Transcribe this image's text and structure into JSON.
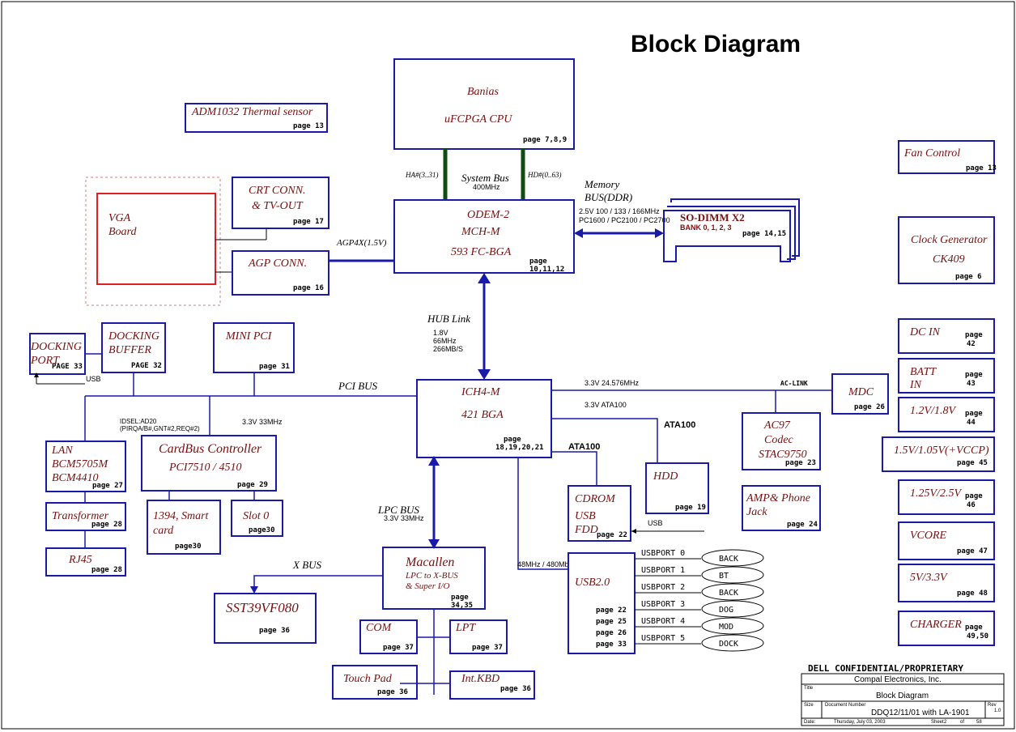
{
  "title": "Block Diagram",
  "blocks": {
    "cpu": {
      "line1": "Banias",
      "line2": "uFCPGA CPU",
      "page": "page 7,8,9"
    },
    "thermal": {
      "label": "ADM1032 Thermal sensor",
      "page": "page 13"
    },
    "fan": {
      "label": "Fan Control",
      "page": "page 13"
    },
    "vga": {
      "line1": "VGA",
      "line2": "Board"
    },
    "crt": {
      "line1": "CRT CONN.",
      "line2": "& TV-OUT",
      "page": "page 17"
    },
    "agp": {
      "label": "AGP CONN.",
      "page": "page 16"
    },
    "mch": {
      "line1": "ODEM-2",
      "line2": "MCH-M",
      "line3": "593  FC-BGA",
      "page1": "page",
      "page2": "10,11,12"
    },
    "sodimm": {
      "line1": "SO-DIMM X2",
      "line2": "BANK 0, 1, 2, 3",
      "page": "page 14,15"
    },
    "clock": {
      "line1": "Clock Generator",
      "line2": "CK409",
      "page": "page 6"
    },
    "docking_port": {
      "line1": "DOCKING",
      "line2": "PORT",
      "page": "PAGE 33"
    },
    "docking_buffer": {
      "line1": "DOCKING",
      "line2": "BUFFER",
      "page": "PAGE 32"
    },
    "minipci": {
      "label": "MINI PCI",
      "page": "page 31"
    },
    "ich": {
      "line1": "ICH4-M",
      "line2": "421 BGA",
      "page1": "page",
      "page2": "18,19,20,21"
    },
    "mdc": {
      "label": "MDC",
      "page": "page 26"
    },
    "ac97": {
      "line1": "AC97",
      "line2": "Codec",
      "line3": "STAC9750",
      "page": "page 23"
    },
    "amp": {
      "line1": "AMP& Phone",
      "line2": "Jack",
      "page": "page 24"
    },
    "lan": {
      "line1": "LAN",
      "line2": "BCM5705M",
      "line3": "BCM4410",
      "page": "page 27"
    },
    "cardbus": {
      "line1": "CardBus Controller",
      "line2": "PCI7510 / 4510",
      "page": "page 29"
    },
    "transformer": {
      "label": "Transformer",
      "page": "page 28"
    },
    "rj45": {
      "label": "RJ45",
      "page": "page 28"
    },
    "c1394": {
      "line1": "1394, Smart",
      "line2": "card",
      "page": "page30"
    },
    "slot0": {
      "label": "Slot 0",
      "page": "page30"
    },
    "hdd": {
      "label": "HDD",
      "page": "page 19"
    },
    "cdrom": {
      "line1": "CDROM",
      "line2": "USB",
      "line3": "FDD",
      "page": "page 22"
    },
    "macallen": {
      "line1": "Macallen",
      "line2": "LPC to X-BUS",
      "line3": "& Super I/O",
      "page1": "page",
      "page2": "34,35"
    },
    "sst": {
      "label": "SST39VF080",
      "page": "page 36"
    },
    "com": {
      "label": "COM",
      "page": "page 37"
    },
    "lpt": {
      "label": "LPT",
      "page": "page 37"
    },
    "touchpad": {
      "label": "Touch Pad",
      "page": "page 36"
    },
    "kbd": {
      "label": "Int.KBD",
      "page": "page 36"
    },
    "usb2": {
      "label": "USB2.0",
      "pages": [
        "page 22",
        "page 25",
        "page 26",
        "page 33"
      ]
    }
  },
  "power": [
    {
      "label": "DC IN",
      "page1": "page",
      "page2": "42"
    },
    {
      "label": "BATT",
      "label2": "IN",
      "page1": "page",
      "page2": "43"
    },
    {
      "label": "1.2V/1.8V",
      "page1": "page",
      "page2": "44"
    },
    {
      "label": "1.5V/1.05V(+VCCP)",
      "page1": "page 45"
    },
    {
      "label": "1.25V/2.5V",
      "page1": "page",
      "page2": "46"
    },
    {
      "label": "VCORE",
      "page1": "page 47"
    },
    {
      "label": "5V/3.3V",
      "page1": "page 48"
    },
    {
      "label": "CHARGER",
      "page1": "page",
      "page2": "49,50"
    }
  ],
  "usb_ports": [
    {
      "port": "USBPORT  0",
      "dest": "BACK"
    },
    {
      "port": "USBPORT  1",
      "dest": "BT"
    },
    {
      "port": "USBPORT  2",
      "dest": "BACK"
    },
    {
      "port": "USBPORT  3",
      "dest": "DOG"
    },
    {
      "port": "USBPORT  4",
      "dest": "MOD"
    },
    {
      "port": "USBPORT  5",
      "dest": "DOCK"
    }
  ],
  "labels": {
    "system_bus": "System Bus",
    "system_bus_speed": "400MHz",
    "ha": "HA#(3..31)",
    "hd": "HD#(0..63)",
    "memory1": "Memory",
    "memory2": "BUS(DDR)",
    "mem_speed1": "2.5V 100 / 133 / 166MHz",
    "mem_speed2": "PC1600   / PC2100 / PC2700",
    "agp4x": "AGP4X(1.5V)",
    "hub_link": "HUB Link",
    "hub1": "1.8V",
    "hub2": "66MHz",
    "hub3": "266MB/S",
    "pci_bus": "PCI BUS",
    "usb_dock": "USB",
    "idsel1": "IDSEL:AD20",
    "idsel2": "(PIRQA/B#,GNT#2,REQ#2)",
    "pci_speed": "3.3V 33MHz",
    "ac_speed": "3.3V 24.576MHz",
    "ac_link": "AC-LINK",
    "ata_speed": "3.3V ATA100",
    "ata100a": "ATA100",
    "ata100b": "ATA100",
    "usb_cd": "USB",
    "lpc_bus": "LPC BUS",
    "lpc_speed": "3.3V 33MHz",
    "xbus": "X BUS",
    "usb_speed": "48MHz / 480Mb"
  },
  "titleblock": {
    "confidential": "DELL CONFIDENTIAL/PROPRIETARY",
    "company": "Compal Electronics, Inc.",
    "title_lbl": "Title",
    "title_val": "Block Diagram",
    "size_lbl": "Size",
    "docnum_lbl": "Document Number",
    "docnum_val": "DDQ12/11/01 with LA-1901",
    "rev_lbl": "Rev",
    "rev_val": "1.0",
    "date_lbl": "Date:",
    "date_val": "Thursday, July 03, 2003",
    "sheet_lbl": "Sheet",
    "sheet_val": "2",
    "of_lbl": "of",
    "of_val": "58"
  },
  "colors": {
    "box": "#1a1aa8",
    "text": "#7a1010",
    "vga": "#e02020",
    "bus_green": "#0d4d0d"
  }
}
